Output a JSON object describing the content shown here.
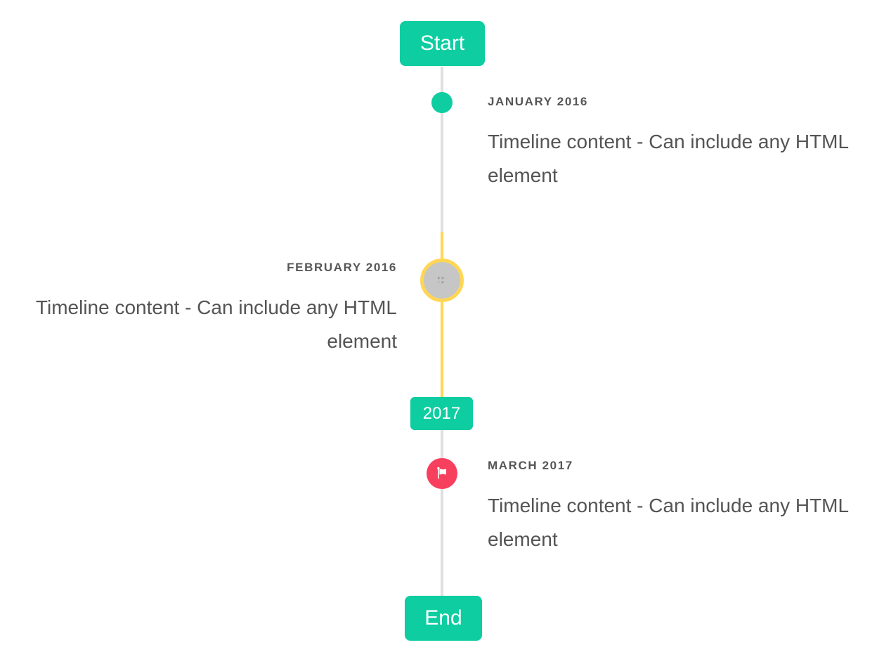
{
  "colors": {
    "accent_teal": "#0dcda1",
    "accent_yellow": "#ffd654",
    "accent_red": "#f7405e",
    "marker_gray_fill": "#c6c6c6",
    "line_gray": "#dfdfdf",
    "date_text": "#565656",
    "body_text": "#545454",
    "badge_text": "#ffffff"
  },
  "timeline": {
    "start_badge": "Start",
    "year_badge": "2017",
    "end_badge": "End",
    "events": [
      {
        "date": "JANUARY 2016",
        "content": "Timeline content - Can include any HTML element",
        "side": "right",
        "marker_icon": "teal-dot-icon"
      },
      {
        "date": "FEBRUARY 2016",
        "content": "Timeline content - Can include any HTML element",
        "side": "left",
        "marker_icon": "image-placeholder-icon"
      },
      {
        "date": "MARCH 2017",
        "content": "Timeline content - Can include any HTML element",
        "side": "right",
        "marker_icon": "flag-icon"
      }
    ]
  }
}
